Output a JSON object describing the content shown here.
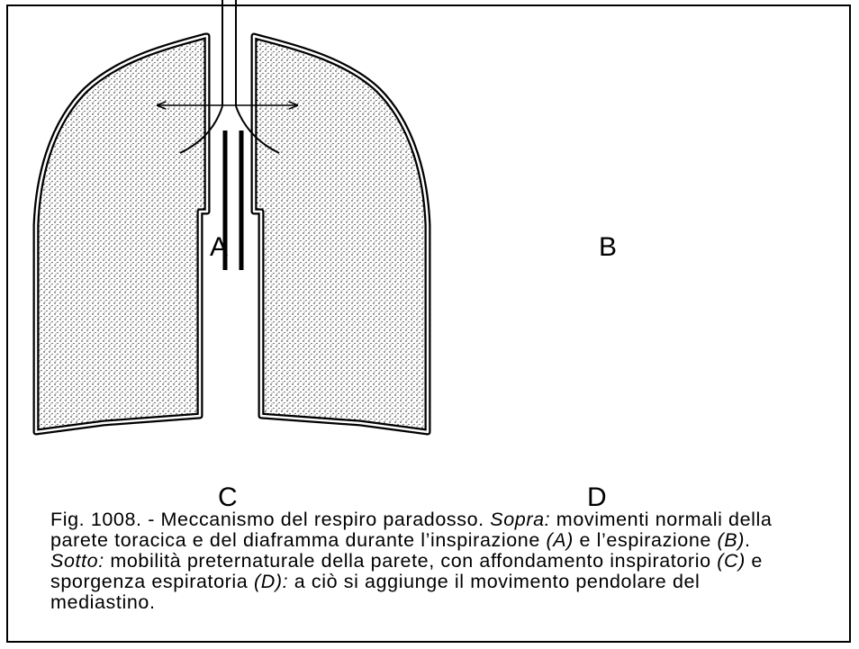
{
  "panels": {
    "a": {
      "label": "A"
    },
    "b": {
      "label": "B"
    },
    "c": {
      "label": "C"
    },
    "d": {
      "label": "D"
    }
  },
  "caption": {
    "fig": "Fig. 1008. - Meccanismo del respiro paradosso. ",
    "sopra": "Sopra:",
    "t1": " movimenti normali della parete toracica e del diaframma durante l’inspirazione ",
    "a_ref": "(A)",
    "t2": " e l’espirazione ",
    "b_ref": "(B)",
    "t3": ". ",
    "sotto": "Sotto:",
    "t4": " mobilità preternaturale della parete, con affondamento inspiratorio ",
    "c_ref": "(C)",
    "t5": " e sporgenza espiratoria ",
    "d_ref": "(D):",
    "t6": " a ciò si aggiunge il movimento pendolare del mediastino."
  },
  "colors": {
    "ink": "#000000",
    "paper": "#ffffff"
  }
}
